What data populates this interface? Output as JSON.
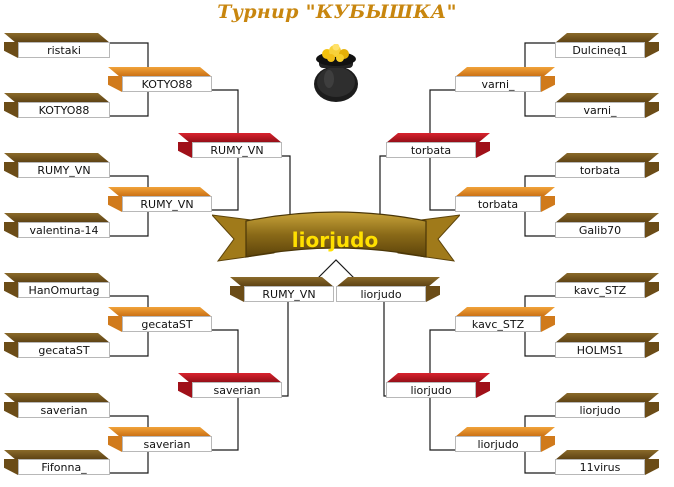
{
  "title": "Турнир \"КУБЫШКА\"",
  "champion": "liorjudo",
  "pot_icon": "gold-coin-pot-icon",
  "left_round1": [
    "ristaki",
    "KOTYO88",
    "RUMY_VN",
    "valentina-14",
    "HanOmurtag",
    "gecataST",
    "saverian",
    "Fifonna_"
  ],
  "left_round2": [
    "KOTYO88",
    "RUMY_VN",
    "gecataST",
    "saverian"
  ],
  "left_semifinal": [
    "RUMY_VN",
    "saverian"
  ],
  "left_finalist": "RUMY_VN",
  "right_round1": [
    "Dulcineq1",
    "varni_",
    "torbata",
    "Galib70",
    "kavc_STZ",
    "HOLMS1",
    "liorjudo",
    "11virus"
  ],
  "right_round2": [
    "varni_",
    "torbata",
    "kavc_STZ",
    "liorjudo"
  ],
  "right_semifinal": [
    "torbata",
    "liorjudo"
  ],
  "right_finalist": "liorjudo"
}
